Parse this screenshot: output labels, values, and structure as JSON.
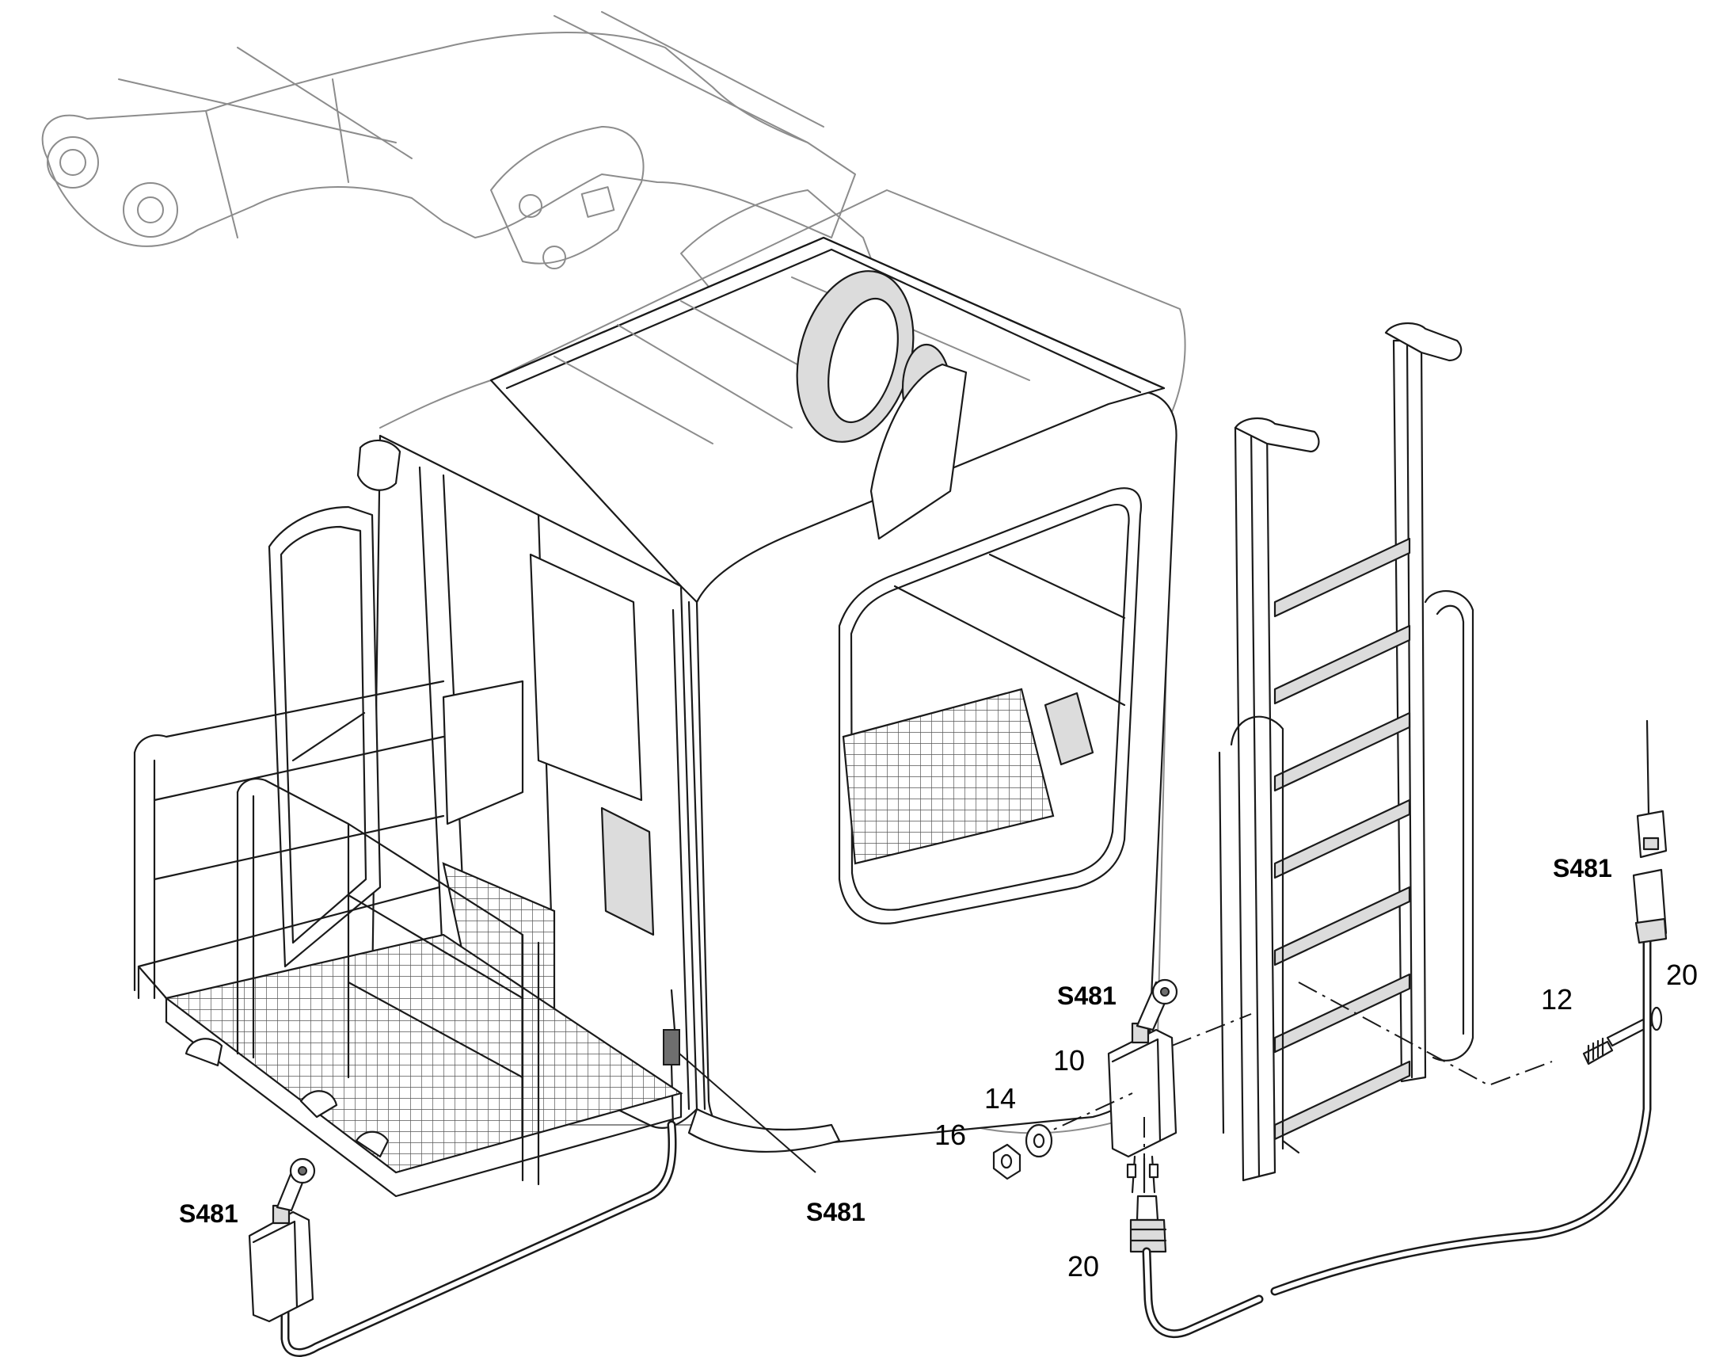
{
  "callouts": {
    "switch_label_lower_left": "S481",
    "switch_label_cab": "S481",
    "switch_label_detail": "S481",
    "switch_label_connector": "S481",
    "item_10": "10",
    "item_12": "12",
    "item_14": "14",
    "item_16": "16",
    "item_20_lower": "20",
    "item_20_right": "20"
  },
  "colors": {
    "line": "#1a1a1a",
    "faint_line": "#8c8c8c",
    "background": "#ffffff",
    "shade": "#dcdcdc"
  }
}
